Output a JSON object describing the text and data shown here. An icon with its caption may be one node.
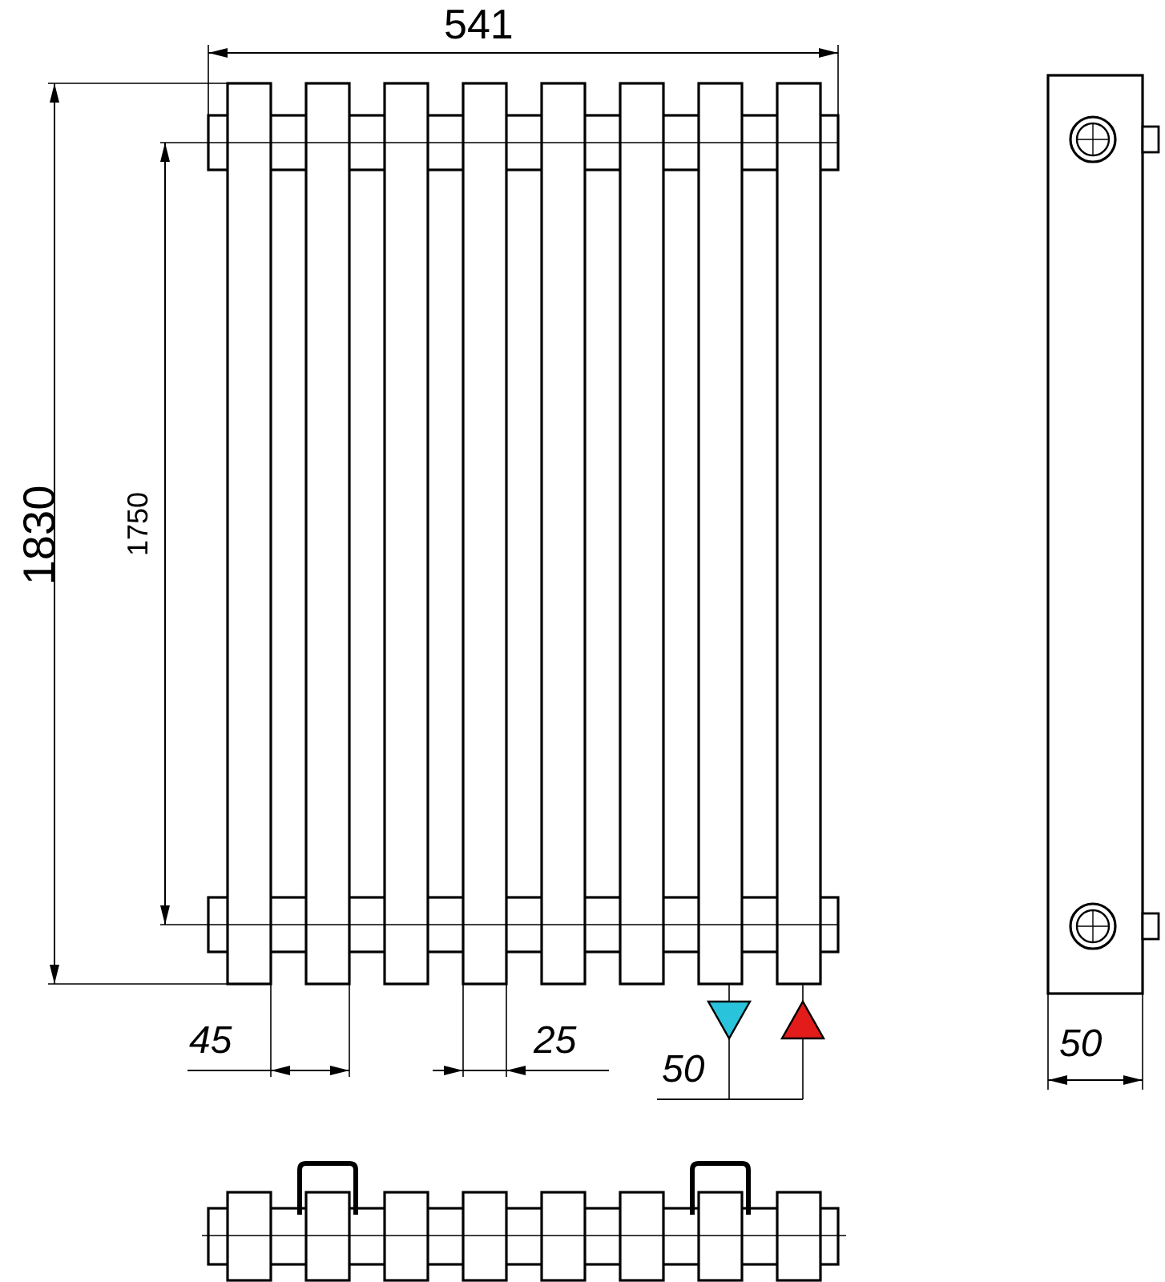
{
  "diagram": {
    "labels": [
      "541",
      "1830",
      "1750",
      "45",
      "25",
      "50",
      "50"
    ]
  }
}
